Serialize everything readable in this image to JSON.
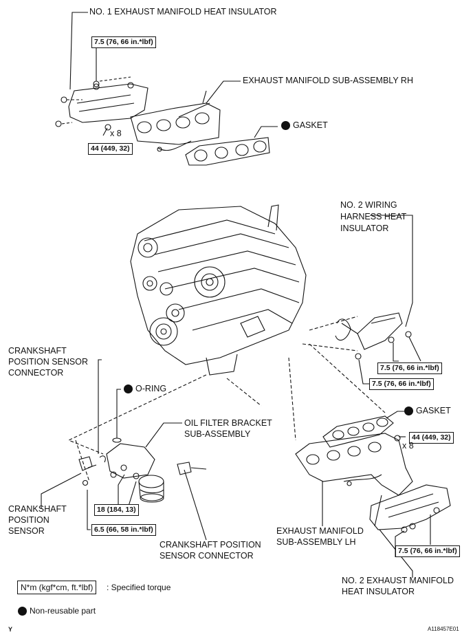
{
  "labels": {
    "no1_insulator": "NO. 1 EXHAUST MANIFOLD HEAT INSULATOR",
    "manifold_rh": "EXHAUST MANIFOLD SUB-ASSEMBLY RH",
    "gasket_top": "GASKET",
    "no2_wiring_line1": "NO. 2 WIRING",
    "no2_wiring_line2": "HARNESS HEAT",
    "no2_wiring_line3": "INSULATOR",
    "crank_conn_line1": "CRANKSHAFT",
    "crank_conn_line2": "POSITION SENSOR",
    "crank_conn_line3": "CONNECTOR",
    "oring": "O-RING",
    "oil_filter_line1": "OIL FILTER BRACKET",
    "oil_filter_line2": "SUB-ASSEMBLY",
    "gasket_lh": "GASKET",
    "crank_sensor_line1": "CRANKSHAFT",
    "crank_sensor_line2": "POSITION",
    "crank_sensor_line3": "SENSOR",
    "crank_conn2_line1": "CRANKSHAFT POSITION",
    "crank_conn2_line2": "SENSOR CONNECTOR",
    "manifold_lh_line1": "EXHAUST MANIFOLD",
    "manifold_lh_line2": "SUB-ASSEMBLY LH",
    "no2_exhaust_line1": "NO. 2 EXHAUST MANIFOLD",
    "no2_exhaust_line2": "HEAT INSULATOR"
  },
  "torques": {
    "t_no1": "7.5 (76, 66 in.*lbf)",
    "t_rh_bolts": "44 (449, 32)",
    "t_harness_a": "7.5 (76, 66 in.*lbf)",
    "t_harness_b": "7.5 (76, 66 in.*lbf)",
    "t_lh_bolts": "44 (449, 32)",
    "t_oil_bracket": "18 (184, 13)",
    "t_sensor": "6.5 (66, 58 in.*lbf)",
    "t_no2_exhaust": "7.5 (76, 66 in.*lbf)"
  },
  "counts": {
    "rh_x8": "x 8",
    "lh_x8": "x 8"
  },
  "legend": {
    "torque_box": "N*m (kgf*cm, ft.*lbf)",
    "torque_text": ": Specified torque",
    "nonreusable": "Non-reusable part"
  },
  "footer": {
    "left_code": "Y",
    "figure_id": "A118457E01"
  }
}
